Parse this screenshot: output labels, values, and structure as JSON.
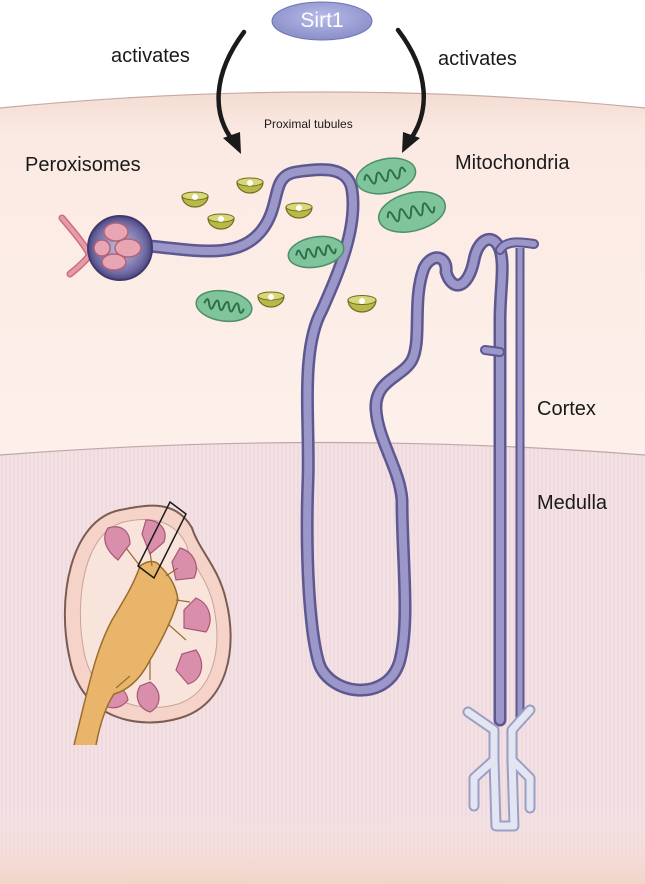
{
  "sirt1": "Sirt1",
  "labels": {
    "activates_left": "activates",
    "activates_right": "activates",
    "proximal_tubules": "Proximal tubules",
    "peroxisomes": "Peroxisomes",
    "mitochondria": "Mitochondria",
    "cortex": "Cortex",
    "medulla": "Medulla"
  },
  "colors": {
    "sirt1_fill": "#9b9fd6",
    "tubule": "#8a86b8",
    "mitochondria": "#7fc49a",
    "peroxisome": "#b9b84a",
    "cortex_bg": "#fbe9e1",
    "medulla_bg": "#f5e3e6",
    "kidney_pyramid": "#d98fab"
  }
}
